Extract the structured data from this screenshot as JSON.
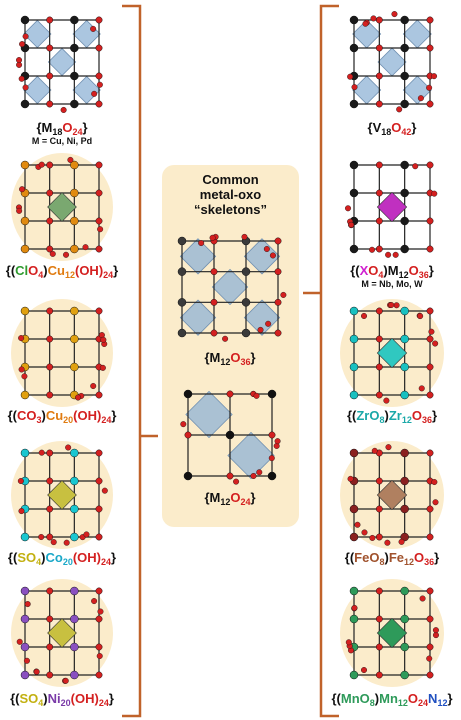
{
  "center": {
    "title_lines": [
      "Common",
      "metal-oxo",
      "“skeletons”"
    ],
    "m12o36": {
      "pre": "{M",
      "s1": "12",
      "mid": "O",
      "s2": "36",
      "post": "}"
    },
    "m12o24": {
      "pre": "{M",
      "s1": "12",
      "mid": "O",
      "s2": "24",
      "post": "}"
    }
  },
  "left": [
    {
      "parts": [
        {
          "t": "{M"
        },
        {
          "t": "18",
          "sub": true
        },
        {
          "t": "O",
          "c": "#d42020"
        },
        {
          "t": "24",
          "sub": true,
          "c": "#d42020"
        },
        {
          "t": "}"
        }
      ],
      "note": "M = Cu, Ni, Pd"
    },
    {
      "parts": [
        {
          "t": "{("
        },
        {
          "t": "Cl",
          "c": "#2e9a2e"
        },
        {
          "t": "O",
          "c": "#d42020"
        },
        {
          "t": "4",
          "sub": true,
          "c": "#d42020"
        },
        {
          "t": ")"
        },
        {
          "t": "Cu",
          "c": "#e07b10"
        },
        {
          "t": "12",
          "sub": true,
          "c": "#e07b10"
        },
        {
          "t": "(OH)",
          "c": "#d42020"
        },
        {
          "t": "24",
          "sub": true,
          "c": "#d42020"
        },
        {
          "t": "}"
        }
      ]
    },
    {
      "parts": [
        {
          "t": "{("
        },
        {
          "t": "CO",
          "c": "#d42020"
        },
        {
          "t": "3",
          "sub": true,
          "c": "#d42020"
        },
        {
          "t": ")"
        },
        {
          "t": "Cu",
          "c": "#e07b10"
        },
        {
          "t": "20",
          "sub": true,
          "c": "#e07b10"
        },
        {
          "t": "(OH)",
          "c": "#d42020"
        },
        {
          "t": "24",
          "sub": true,
          "c": "#d42020"
        },
        {
          "t": "}"
        }
      ]
    },
    {
      "parts": [
        {
          "t": "{("
        },
        {
          "t": "SO",
          "c": "#c2b010"
        },
        {
          "t": "4",
          "sub": true,
          "c": "#c2b010"
        },
        {
          "t": ")"
        },
        {
          "t": "Co",
          "c": "#1aa8c8"
        },
        {
          "t": "20",
          "sub": true,
          "c": "#1aa8c8"
        },
        {
          "t": "(OH)",
          "c": "#d42020"
        },
        {
          "t": "24",
          "sub": true,
          "c": "#d42020"
        },
        {
          "t": "}"
        }
      ]
    },
    {
      "parts": [
        {
          "t": "{("
        },
        {
          "t": "SO",
          "c": "#c2b010"
        },
        {
          "t": "4",
          "sub": true,
          "c": "#c2b010"
        },
        {
          "t": ")"
        },
        {
          "t": "Ni",
          "c": "#7a3aa8"
        },
        {
          "t": "20",
          "sub": true,
          "c": "#7a3aa8"
        },
        {
          "t": "(OH)",
          "c": "#d42020"
        },
        {
          "t": "24",
          "sub": true,
          "c": "#d42020"
        },
        {
          "t": "}"
        }
      ]
    }
  ],
  "right": [
    {
      "parts": [
        {
          "t": "{V"
        },
        {
          "t": "18",
          "sub": true
        },
        {
          "t": "O",
          "c": "#d42020"
        },
        {
          "t": "42",
          "sub": true,
          "c": "#d42020"
        },
        {
          "t": "}"
        }
      ]
    },
    {
      "parts": [
        {
          "t": "{("
        },
        {
          "t": "X",
          "c": "#d020d0"
        },
        {
          "t": "O",
          "c": "#d42020"
        },
        {
          "t": "4",
          "sub": true,
          "c": "#d42020"
        },
        {
          "t": ")M"
        },
        {
          "t": "12",
          "sub": true
        },
        {
          "t": "O",
          "c": "#d42020"
        },
        {
          "t": "36",
          "sub": true,
          "c": "#d42020"
        },
        {
          "t": "}"
        }
      ],
      "note": "M = Nb, Mo, W"
    },
    {
      "parts": [
        {
          "t": "{("
        },
        {
          "t": "ZrO",
          "c": "#1aa8a8"
        },
        {
          "t": "8",
          "sub": true,
          "c": "#1aa8a8"
        },
        {
          "t": ")"
        },
        {
          "t": "Zr",
          "c": "#1aa8a8"
        },
        {
          "t": "12",
          "sub": true,
          "c": "#1aa8a8"
        },
        {
          "t": "O",
          "c": "#d42020"
        },
        {
          "t": "36",
          "sub": true,
          "c": "#d42020"
        },
        {
          "t": "}"
        }
      ]
    },
    {
      "parts": [
        {
          "t": "{("
        },
        {
          "t": "FeO",
          "c": "#a0522d"
        },
        {
          "t": "8",
          "sub": true,
          "c": "#a0522d"
        },
        {
          "t": ")"
        },
        {
          "t": "Fe",
          "c": "#a0522d"
        },
        {
          "t": "12",
          "sub": true,
          "c": "#a0522d"
        },
        {
          "t": "O",
          "c": "#d42020"
        },
        {
          "t": "36",
          "sub": true,
          "c": "#d42020"
        },
        {
          "t": "}"
        }
      ]
    },
    {
      "parts": [
        {
          "t": "{("
        },
        {
          "t": "MnO",
          "c": "#2e9a5a"
        },
        {
          "t": "8",
          "sub": true,
          "c": "#2e9a5a"
        },
        {
          "t": ")"
        },
        {
          "t": "Mn",
          "c": "#2e9a5a"
        },
        {
          "t": "12",
          "sub": true,
          "c": "#2e9a5a"
        },
        {
          "t": "O",
          "c": "#d42020"
        },
        {
          "t": "24",
          "sub": true,
          "c": "#d42020"
        },
        {
          "t": "N",
          "c": "#2050c0"
        },
        {
          "t": "12",
          "sub": true,
          "c": "#2050c0"
        },
        {
          "t": "}"
        }
      ]
    }
  ],
  "colors": {
    "bracket": "#c0622a",
    "oxygen": "#d42020",
    "metal_dark": "#111111",
    "poly_blue": "#8fb3d6",
    "halo": "#fbeccb",
    "panel": "#fbeccb"
  },
  "structures": {
    "left": [
      {
        "icon": "m18o24-cluster-icon",
        "metal": "#1a1a1a",
        "poly": "#8fb3d6",
        "center": ""
      },
      {
        "icon": "clo4-cu12-cluster-icon",
        "metal": "#e08a10",
        "poly": "",
        "center": "#7aa870"
      },
      {
        "icon": "co3-cu20-cluster-icon",
        "metal": "#e0a010",
        "poly": "",
        "center": ""
      },
      {
        "icon": "so4-co20-cluster-icon",
        "metal": "#19c6d0",
        "poly": "",
        "center": "#c8c040"
      },
      {
        "icon": "so4-ni20-cluster-icon",
        "metal": "#8a50c0",
        "poly": "",
        "center": "#c8c040"
      }
    ],
    "right": [
      {
        "icon": "v18o42-cluster-icon",
        "metal": "#1a1a1a",
        "poly": "#8fb3d6",
        "center": ""
      },
      {
        "icon": "xo4-m12o36-cluster-icon",
        "metal": "#1a1a1a",
        "poly": "",
        "center": "#c030c0"
      },
      {
        "icon": "zro8-zr12o36-cluster-icon",
        "metal": "#19c0c0",
        "poly": "",
        "center": "#30c8c0"
      },
      {
        "icon": "feo8-fe12o36-cluster-icon",
        "metal": "#8a2020",
        "poly": "",
        "center": "#b08060"
      },
      {
        "icon": "mno8-mn12o24n12-cluster-icon",
        "metal": "#2e9a5a",
        "poly": "",
        "center": "#2e9a5a"
      }
    ],
    "center": [
      {
        "icon": "m12o36-skeleton-icon",
        "metal": "#3a3a3a",
        "poly": "#8fb3d6"
      },
      {
        "icon": "m12o24-skeleton-icon",
        "metal": "#111111",
        "poly": "#8fb3d6"
      }
    ]
  }
}
